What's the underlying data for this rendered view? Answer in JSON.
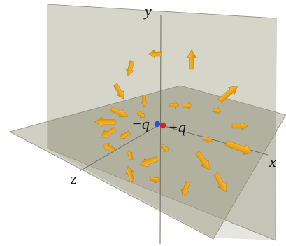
{
  "axes": {
    "x_label": "x",
    "y_label": "y",
    "z_label": "z"
  },
  "charges": {
    "negative": {
      "label": "−q",
      "color": "#2255cc"
    },
    "positive": {
      "label": "+q",
      "color": "#dd2222"
    }
  },
  "colors": {
    "plane_fill": "#b3b29c",
    "plane_edge": "#8f8e7c",
    "arrow_fill": "#f0a818",
    "arrow_edge": "#c48410",
    "axis_line": "#6d6d62"
  }
}
